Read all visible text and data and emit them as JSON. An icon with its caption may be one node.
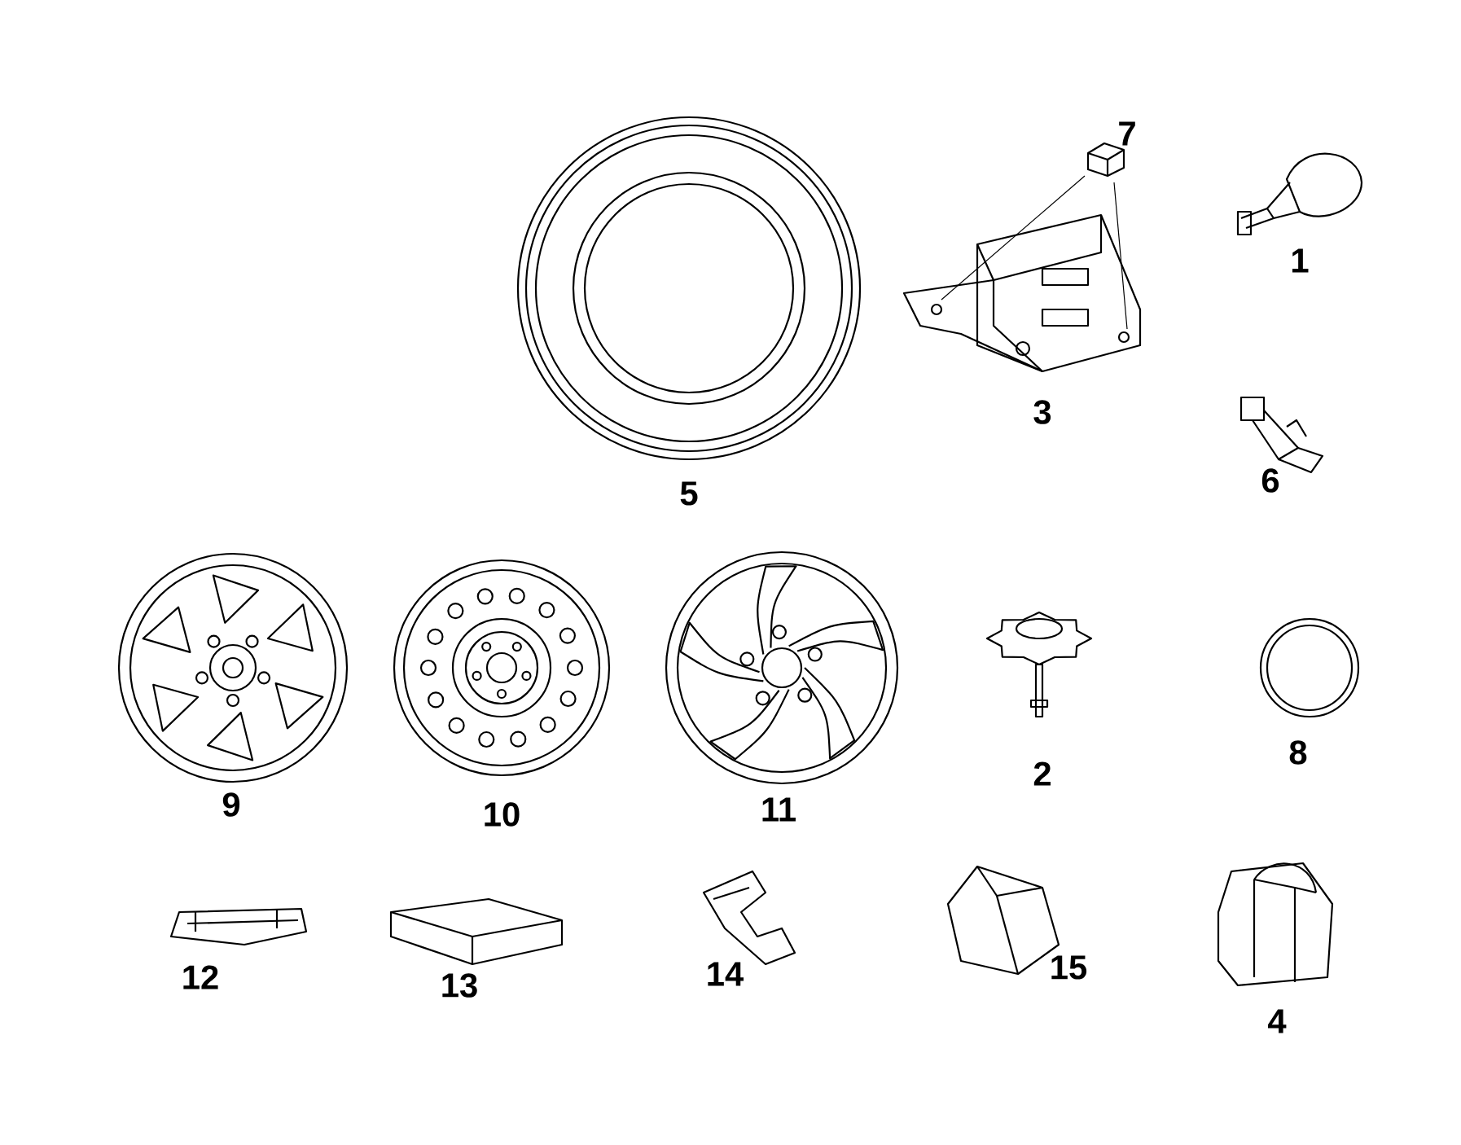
{
  "diagram": {
    "labels": [
      "7",
      "1",
      "3",
      "6",
      "5",
      "9",
      "10",
      "11",
      "2",
      "8",
      "12",
      "13",
      "14",
      "15",
      "4"
    ]
  }
}
